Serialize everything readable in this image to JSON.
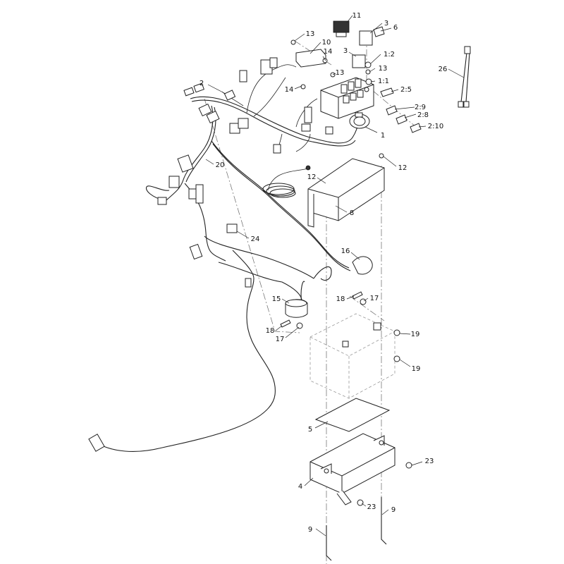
{
  "callouts": [
    {
      "id": "c11",
      "text": "11"
    },
    {
      "id": "c3a",
      "text": "3"
    },
    {
      "id": "c6",
      "text": "6"
    },
    {
      "id": "c13a",
      "text": "13"
    },
    {
      "id": "c10",
      "text": "10"
    },
    {
      "id": "c14a",
      "text": "14"
    },
    {
      "id": "c3b",
      "text": "3"
    },
    {
      "id": "c12v",
      "text": "1:2"
    },
    {
      "id": "c13b",
      "text": "13"
    },
    {
      "id": "c13c",
      "text": "13"
    },
    {
      "id": "c11v",
      "text": "1:1"
    },
    {
      "id": "c14b",
      "text": "14"
    },
    {
      "id": "c25",
      "text": "2:5"
    },
    {
      "id": "c29",
      "text": "2:9"
    },
    {
      "id": "c28",
      "text": "2:8"
    },
    {
      "id": "c210",
      "text": "2:10"
    },
    {
      "id": "c1",
      "text": "1"
    },
    {
      "id": "c2",
      "text": "2"
    },
    {
      "id": "c26",
      "text": "26"
    },
    {
      "id": "c20",
      "text": "20"
    },
    {
      "id": "c12a",
      "text": "12"
    },
    {
      "id": "c12b",
      "text": "12"
    },
    {
      "id": "c8",
      "text": "8"
    },
    {
      "id": "c24",
      "text": "24"
    },
    {
      "id": "c16",
      "text": "16"
    },
    {
      "id": "c18a",
      "text": "18"
    },
    {
      "id": "c17a",
      "text": "17"
    },
    {
      "id": "c15",
      "text": "15"
    },
    {
      "id": "c18b",
      "text": "18"
    },
    {
      "id": "c17b",
      "text": "17"
    },
    {
      "id": "c19a",
      "text": "19"
    },
    {
      "id": "c19b",
      "text": "19"
    },
    {
      "id": "c5",
      "text": "5"
    },
    {
      "id": "c23a",
      "text": "23"
    },
    {
      "id": "c4",
      "text": "4"
    },
    {
      "id": "c23b",
      "text": "23"
    },
    {
      "id": "c9a",
      "text": "9"
    },
    {
      "id": "c9b",
      "text": "9"
    }
  ]
}
